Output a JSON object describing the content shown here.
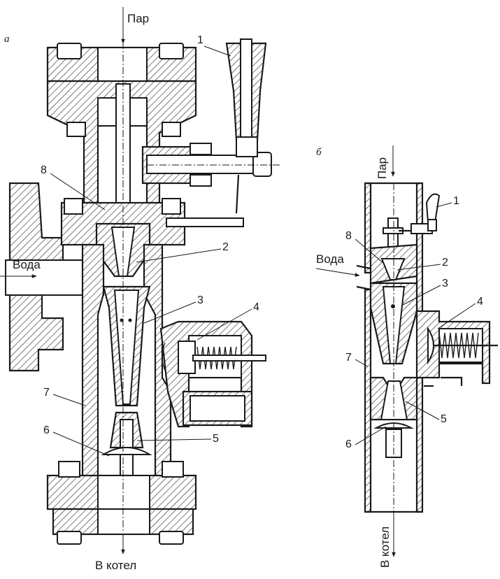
{
  "figure": {
    "panel_a": {
      "letter": "а",
      "steam_label": "Пар",
      "water_label": "Вода",
      "boiler_label": "В котел",
      "callouts": [
        "1",
        "2",
        "3",
        "4",
        "5",
        "6",
        "7",
        "8"
      ]
    },
    "panel_b": {
      "letter": "б",
      "steam_label": "Пар",
      "water_label": "Вода",
      "boiler_label": "В котел",
      "callouts": [
        "1",
        "2",
        "3",
        "4",
        "5",
        "6",
        "7",
        "8"
      ]
    }
  }
}
